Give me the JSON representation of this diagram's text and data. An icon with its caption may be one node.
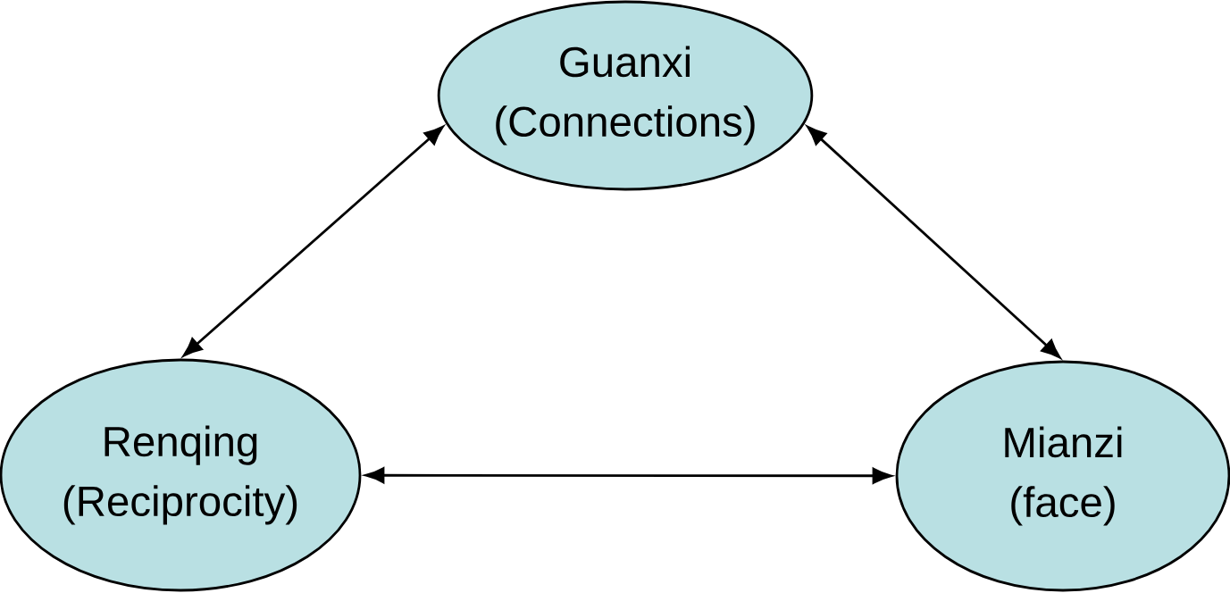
{
  "diagram": {
    "nodes": [
      {
        "text": [
          "Guanxi",
          "(Connections)"
        ]
      },
      {
        "text": [
          "Renqing",
          "(Reciprocity)"
        ]
      },
      {
        "text": [
          "Mianzi",
          "(face)"
        ]
      }
    ],
    "edges": [
      {
        "from": 0,
        "to": 1,
        "arrow": "both"
      },
      {
        "from": 0,
        "to": 2,
        "arrow": "both"
      },
      {
        "from": 1,
        "to": 2,
        "arrow": "both"
      }
    ]
  }
}
